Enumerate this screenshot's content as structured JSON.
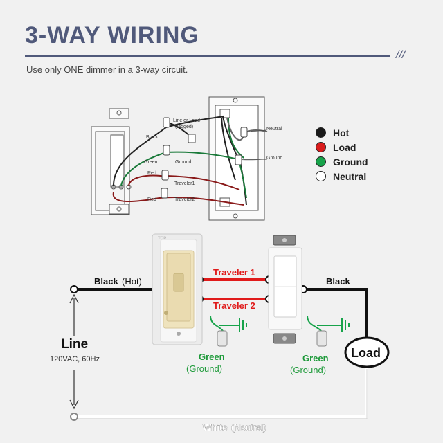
{
  "header": {
    "title": "3-WAY WIRING",
    "slashes": "///",
    "subtitle": "Use only ONE dimmer in a 3-way circuit."
  },
  "legend": [
    {
      "label": "Hot",
      "color": "#1a1a1a"
    },
    {
      "label": "Load",
      "color": "#d91c1c"
    },
    {
      "label": "Ground",
      "color": "#17a34a"
    },
    {
      "label": "Neutral",
      "color": "#ffffff"
    }
  ],
  "top_diagram": {
    "line_or_load_1": "Line or Load",
    "line_or_load_2": "(tagged)",
    "black": "Black",
    "green": "Green",
    "ground_mid": "Ground",
    "red_1": "Red",
    "red_2": "Red",
    "traveler1": "Traveler1",
    "traveler2": "Traveler2",
    "neutral_box": "Neutral",
    "ground_box": "Ground"
  },
  "bottom_diagram": {
    "black_hot_black": "Black",
    "black_hot_paren": "(Hot)",
    "traveler_1": "Traveler 1",
    "traveler_2": "Traveler 2",
    "black_right": "Black",
    "line": "Line",
    "line_spec": "120VAC, 60Hz",
    "green_left": "Green",
    "ground_left": "(Ground)",
    "green_right": "Green",
    "ground_right": "(Ground)",
    "load": "Load",
    "white": "White",
    "neutral": "(Neutral)",
    "top_label": "TOP"
  },
  "colors": {
    "hot": "#1a1a1a",
    "load": "#d91c1c",
    "ground": "#17a34a",
    "neutral": "#ffffff",
    "ground_text": "#1e9a3a",
    "title": "#50597a"
  }
}
